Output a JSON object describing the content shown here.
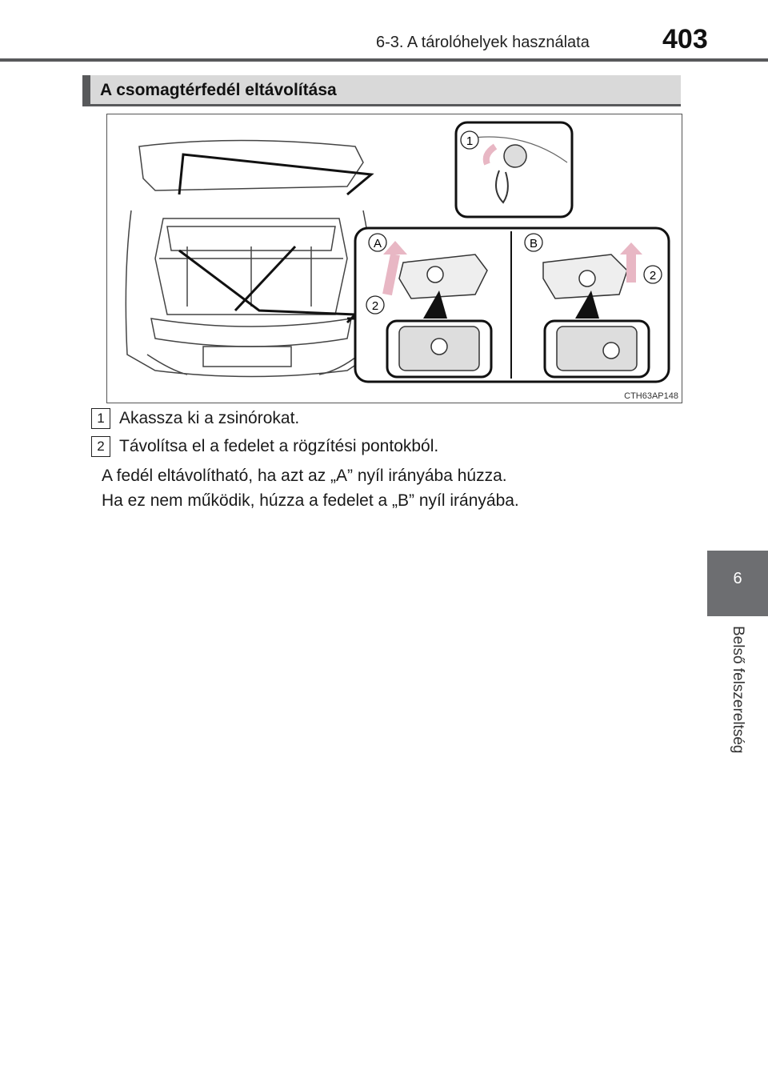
{
  "header": {
    "section_title": "6-3. A tárolóhelyek használata",
    "page_number": "403"
  },
  "topic": {
    "title": "A csomagtérfedél eltávolítása"
  },
  "figure": {
    "code": "CTH63AP148",
    "callout_1": "1",
    "callout_2": "2",
    "label_a": "A",
    "label_b": "B"
  },
  "steps": [
    {
      "num": "1",
      "text": "Akassza ki a zsinórokat."
    },
    {
      "num": "2",
      "text": "Távolítsa el a fedelet a rögzítési pontokból."
    }
  ],
  "notes": [
    "A fedél eltávolítható, ha azt az „A” nyíl irányába húzza.",
    "Ha ez nem működik, húzza a fedelet a „B” nyíl irányába."
  ],
  "side_tab": {
    "chapter_number": "6",
    "chapter_label": "Belső felszereltség"
  },
  "colors": {
    "header_rule": "#58595b",
    "topic_bar": "#d9d9d9",
    "side_tab": "#6d6e71",
    "arrow": "#e8b7c4"
  }
}
